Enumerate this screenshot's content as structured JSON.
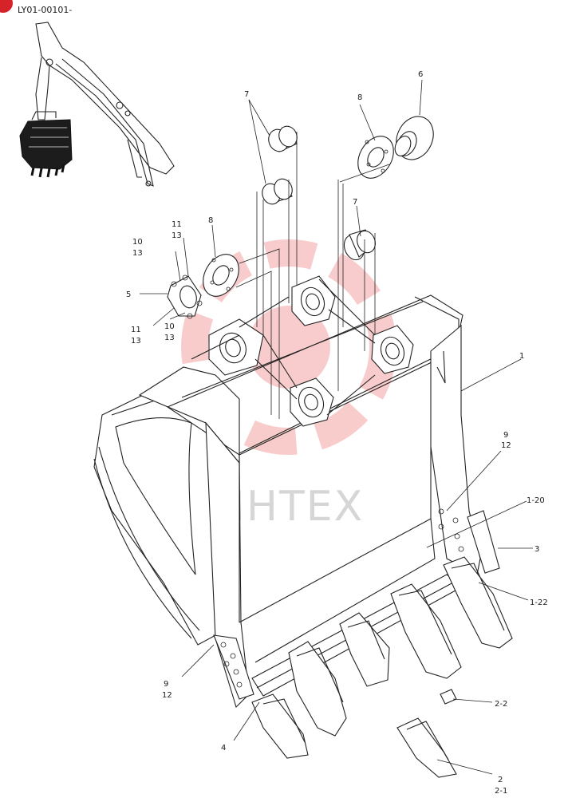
{
  "header": {
    "code": "LY01-00101-",
    "badge_color": "#d6232a"
  },
  "watermark": {
    "text": "ИНТЕХ",
    "logo_color": "#f4a3a3"
  },
  "callouts": [
    {
      "id": "c1",
      "lines": [
        "1"
      ]
    },
    {
      "id": "c1-20",
      "lines": [
        "1-20"
      ]
    },
    {
      "id": "c1-22",
      "lines": [
        "1-22"
      ]
    },
    {
      "id": "c2",
      "lines": [
        "2",
        "2-1"
      ]
    },
    {
      "id": "c2-2",
      "lines": [
        "2-2"
      ]
    },
    {
      "id": "c3",
      "lines": [
        "3"
      ]
    },
    {
      "id": "c4",
      "lines": [
        "4"
      ]
    },
    {
      "id": "c5",
      "lines": [
        "5"
      ]
    },
    {
      "id": "c6",
      "lines": [
        "6"
      ]
    },
    {
      "id": "c7a",
      "lines": [
        "7"
      ]
    },
    {
      "id": "c7b",
      "lines": [
        "7"
      ]
    },
    {
      "id": "c8a",
      "lines": [
        "8"
      ]
    },
    {
      "id": "c8b",
      "lines": [
        "8"
      ]
    },
    {
      "id": "c9a",
      "lines": [
        "9",
        "12"
      ]
    },
    {
      "id": "c9b",
      "lines": [
        "9",
        "12"
      ]
    },
    {
      "id": "c10a",
      "lines": [
        "10",
        "13"
      ]
    },
    {
      "id": "c10b",
      "lines": [
        "10",
        "13"
      ]
    },
    {
      "id": "c11a",
      "lines": [
        "11",
        "13"
      ]
    },
    {
      "id": "c11b",
      "lines": [
        "11",
        "13"
      ]
    }
  ]
}
